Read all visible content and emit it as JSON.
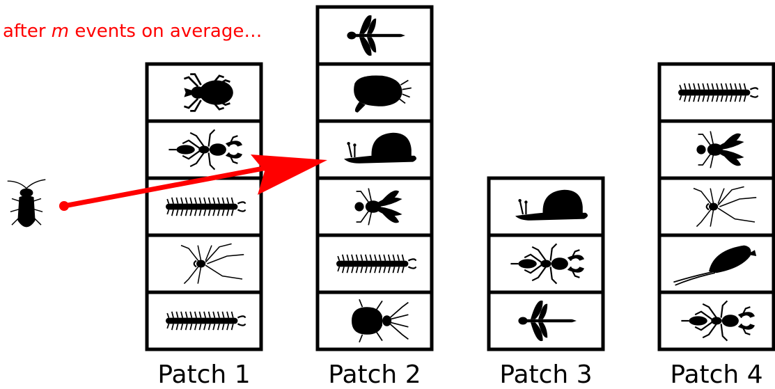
{
  "annotation": {
    "prefix": "after ",
    "variable": "m",
    "suffix": " events on average…"
  },
  "colors": {
    "arrow": "#ff0000",
    "outline": "#000000",
    "silhouette": "#000000"
  },
  "incoming_organism": "cockroach",
  "patches": [
    {
      "label": "Patch 1",
      "cells": [
        "tick",
        "ant",
        "centipede",
        "spider",
        "centipede"
      ]
    },
    {
      "label": "Patch 2",
      "cells": [
        "dragonfly",
        "mite",
        "snail",
        "fly",
        "centipede",
        "beetle"
      ]
    },
    {
      "label": "Patch 3",
      "cells": [
        "snail",
        "ant",
        "dragonfly"
      ]
    },
    {
      "label": "Patch 4",
      "cells": [
        "centipede",
        "fly",
        "spider",
        "mayfly",
        "ant"
      ]
    }
  ]
}
